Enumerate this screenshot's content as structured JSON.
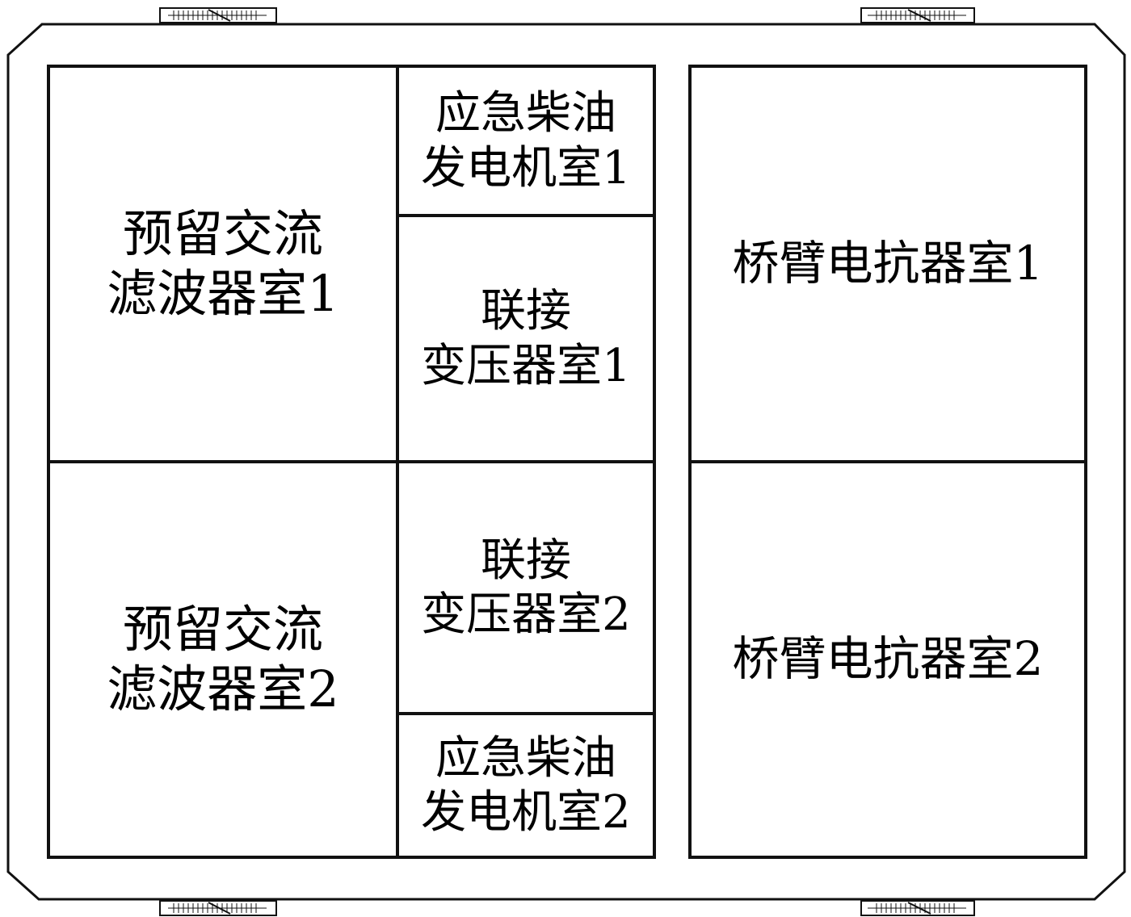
{
  "rooms": {
    "ac_filter_1": {
      "line1": "预留交流",
      "line2": "滤波器室1"
    },
    "ac_filter_2": {
      "line1": "预留交流",
      "line2": "滤波器室2"
    },
    "diesel_1": {
      "line1": "应急柴油",
      "line2": "发电机室1"
    },
    "diesel_2": {
      "line1": "应急柴油",
      "line2": "发电机室2"
    },
    "transformer_1": {
      "line1": "联接",
      "line2": "变压器室1"
    },
    "transformer_2": {
      "line1": "联接",
      "line2": "变压器室2"
    },
    "reactor_1": {
      "line1": "桥臂电抗器室1"
    },
    "reactor_2": {
      "line1": "桥臂电抗器室2"
    }
  },
  "colors": {
    "line": "#111111",
    "background": "#ffffff"
  },
  "icons": {
    "stair": "stair-icon"
  }
}
